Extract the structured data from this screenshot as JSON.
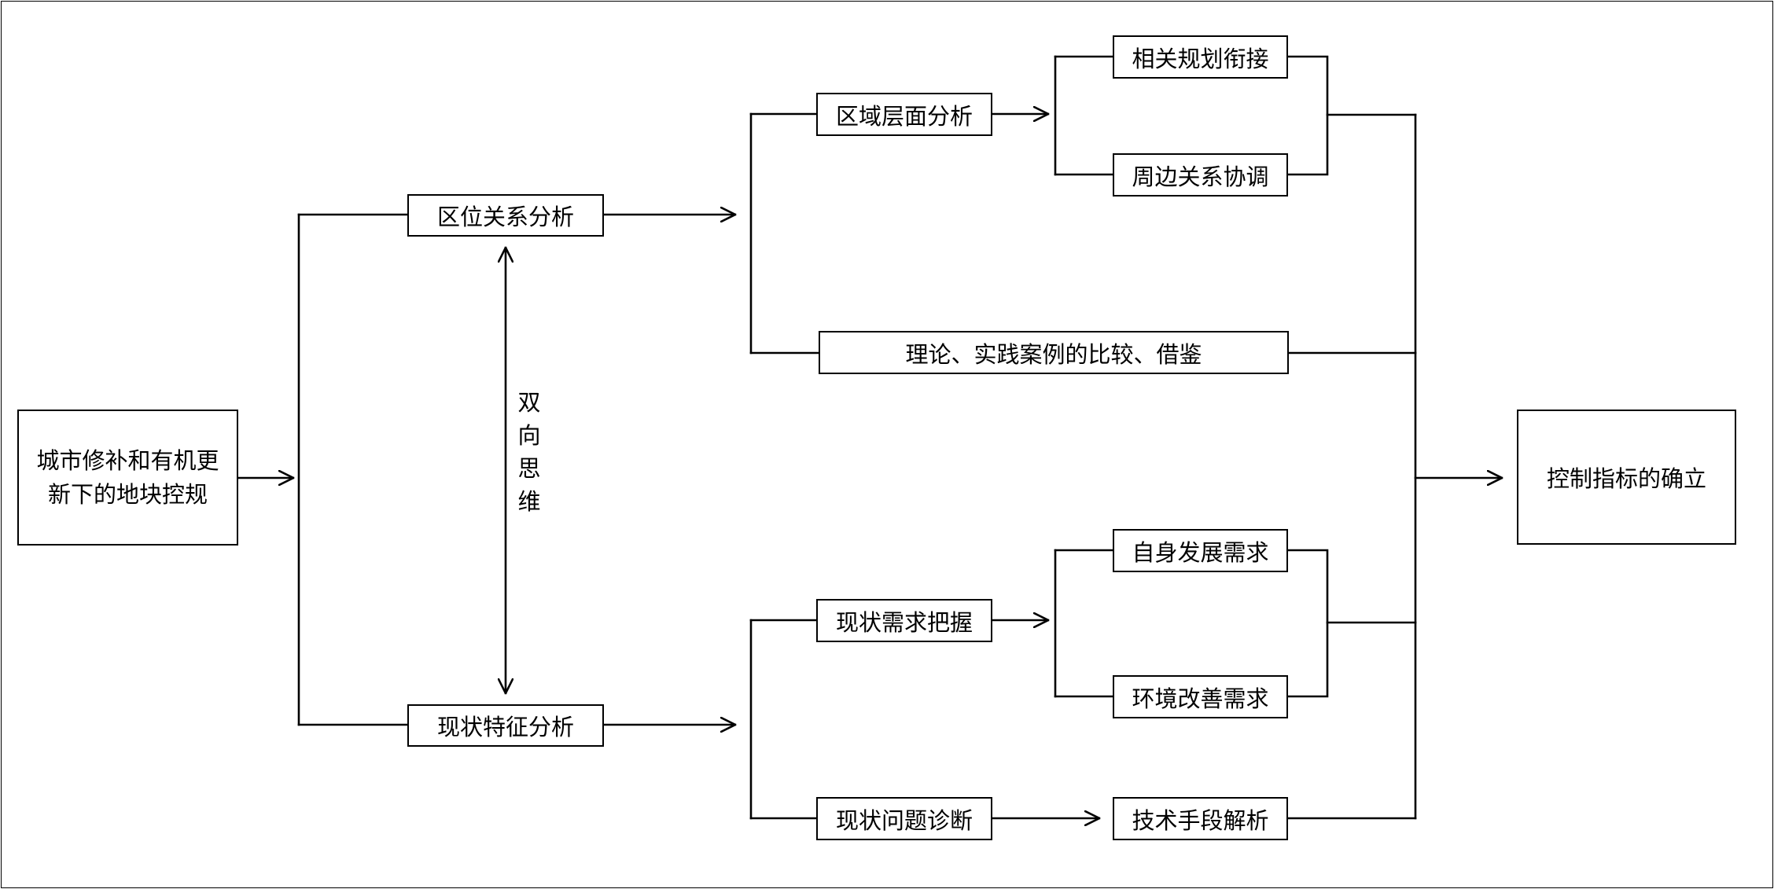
{
  "diagram": {
    "start": "城市修补和有机更新下的地块控规",
    "result": "控制指标的确立",
    "branch_location": "区位关系分析",
    "branch_status": "现状特征分析",
    "bidirectional": "双向思维",
    "regional": "区域层面分析",
    "planning_link": "相关规划衔接",
    "surroundings": "周边关系协调",
    "theory_cases": "理论、实践案例的比较、借鉴",
    "demand_grasp": "现状需求把握",
    "self_dev": "自身发展需求",
    "env_improve": "环境改善需求",
    "problem_diag": "现状问题诊断",
    "tech_analysis": "技术手段解析"
  }
}
